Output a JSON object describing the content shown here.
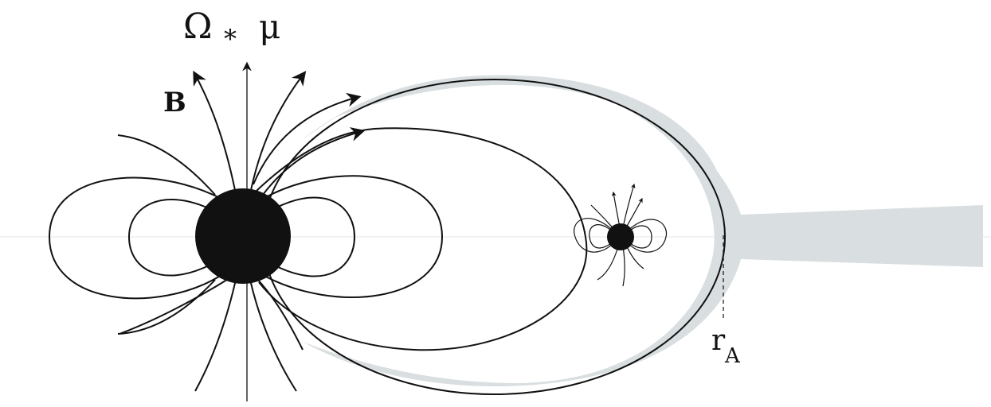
{
  "labels": {
    "omega": "Ω",
    "omega_sub": "*",
    "mu": "μ",
    "field": "B",
    "r": "r",
    "r_sub": "A"
  },
  "colors": {
    "ink": "#111111",
    "envelope": "#d9dee0",
    "background": "#ffffff"
  },
  "icons": {
    "star": "filled-black-circle",
    "companion": "small-black-circle"
  }
}
